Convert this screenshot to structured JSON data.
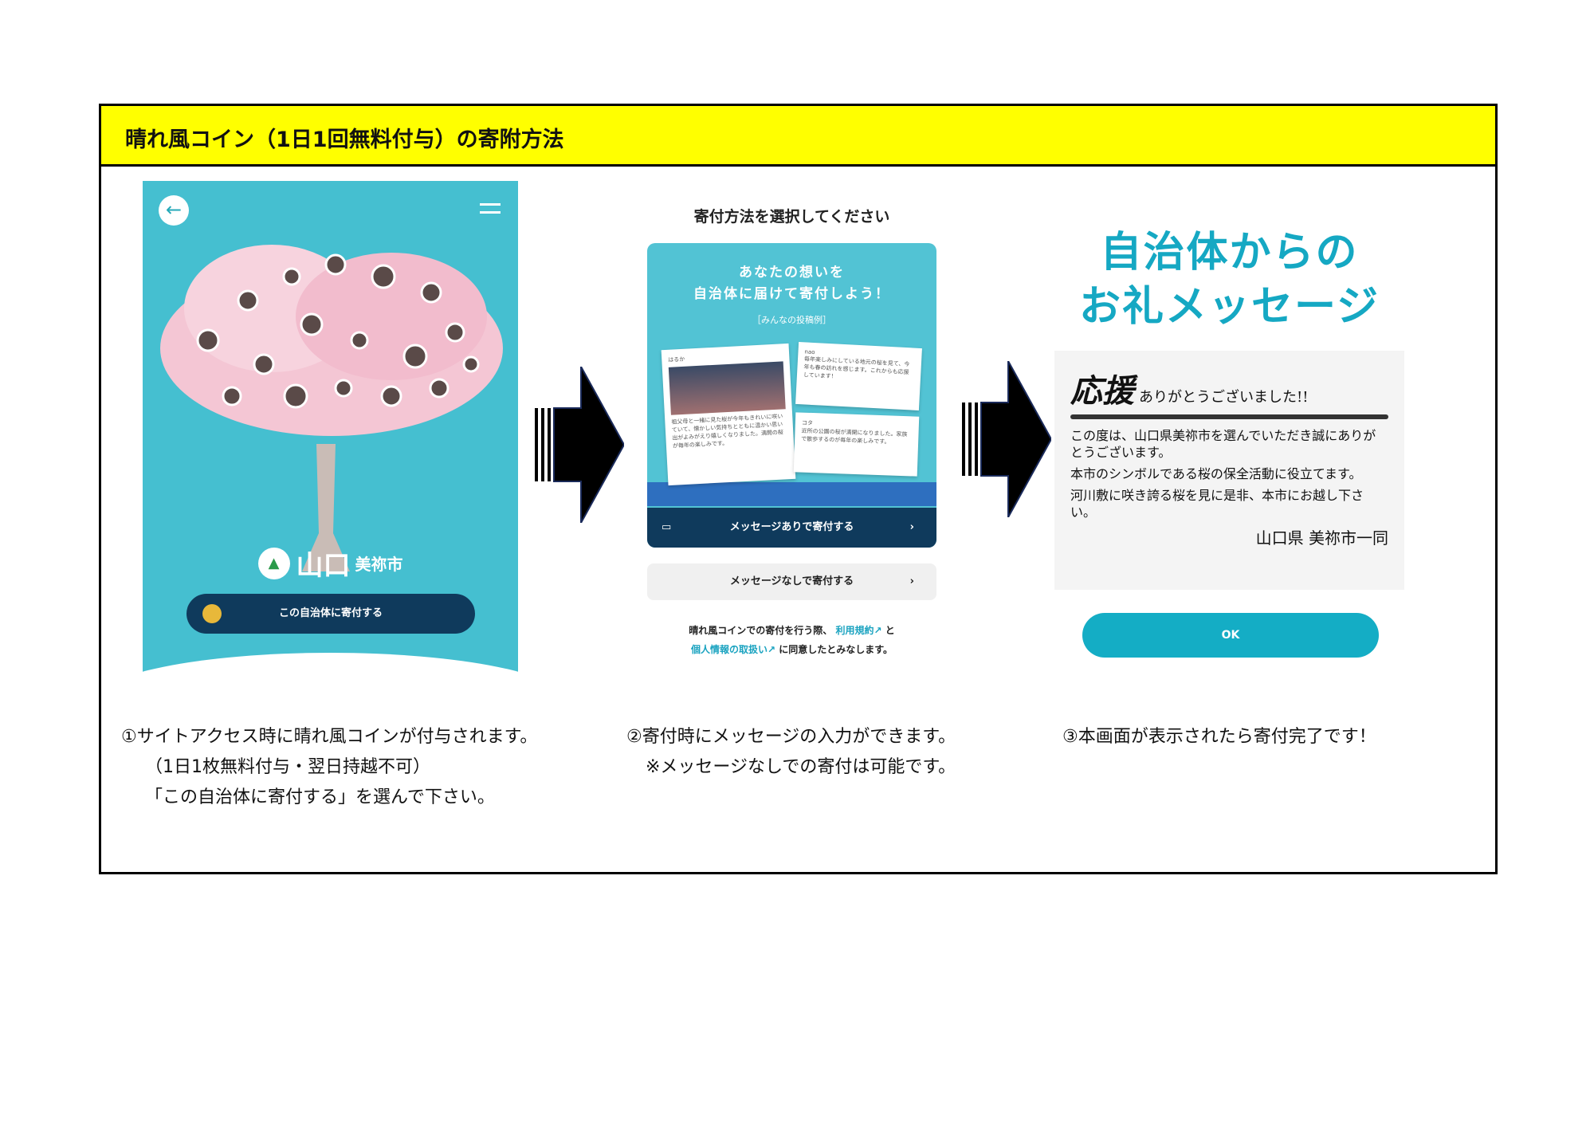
{
  "header": {
    "title": "晴れ風コイン（1日1回無料付与）の寄附方法"
  },
  "step1": {
    "city_prefecture": "山口",
    "city_name": "美祢市",
    "donate_button": "この自治体に寄付する",
    "caption": [
      "①サイトアクセス時に晴れ風コインが付与されます。",
      "（1日1枚無料付与・翌日持越不可）",
      "「この自治体に寄付する」を選んで下さい。"
    ]
  },
  "step2": {
    "title": "寄付方法を選択してください",
    "banner_line1": "あなたの想いを",
    "banner_line2": "自治体に届けて寄付しよう！",
    "examples_label": "［みんなの投稿例］",
    "messages": [
      {
        "user": "はるか",
        "text": "祖父母と一緒に見た桜が今年もきれいに咲いていて、懐かしい気持ちとともに温かい思い出がよみがえり嬉しくなりました。満開の桜が毎年の楽しみです。"
      },
      {
        "user": "nao",
        "text": "毎年楽しみにしている地元の桜を見て、今年も春の訪れを感じます。これからも応援しています！"
      },
      {
        "user": "コタ",
        "text": "近所の公園の桜が満開になりました。家族で散歩するのが毎年の楽しみです。"
      }
    ],
    "message_tag": "message",
    "with_message_button": "メッセージありで寄付する",
    "without_message_button": "メッセージなしで寄付する",
    "terms_prefix": "晴れ風コインでの寄付を行う際、",
    "terms_link": "利用規約",
    "terms_and": "と",
    "privacy_link": "個人情報の取扱い",
    "terms_suffix": "に同意したとみなします。",
    "caption": [
      "②寄付時にメッセージの入力ができます。",
      "※メッセージなしでの寄付は可能です。"
    ]
  },
  "step3": {
    "title_line1": "自治体からの",
    "title_line2": "お礼メッセージ",
    "note_heading": "応援",
    "note_heading2": "ありがとうございました!!",
    "note_lines": [
      "この度は、山口県美祢市を選んでいただき誠にありがとうございます。",
      "本市のシンボルである桜の保全活動に役立てます。",
      "河川敷に咲き誇る桜を見に是非、本市にお越し下さい。"
    ],
    "note_signature": "山口県 美祢市一同",
    "ok_button": "OK",
    "caption": [
      "③本画面が表示されたら寄付完了です！"
    ]
  },
  "colors": {
    "header_bg": "#ffff00",
    "teal": "#45bfd0",
    "navy": "#0f3a5c",
    "accent": "#14adc5"
  }
}
